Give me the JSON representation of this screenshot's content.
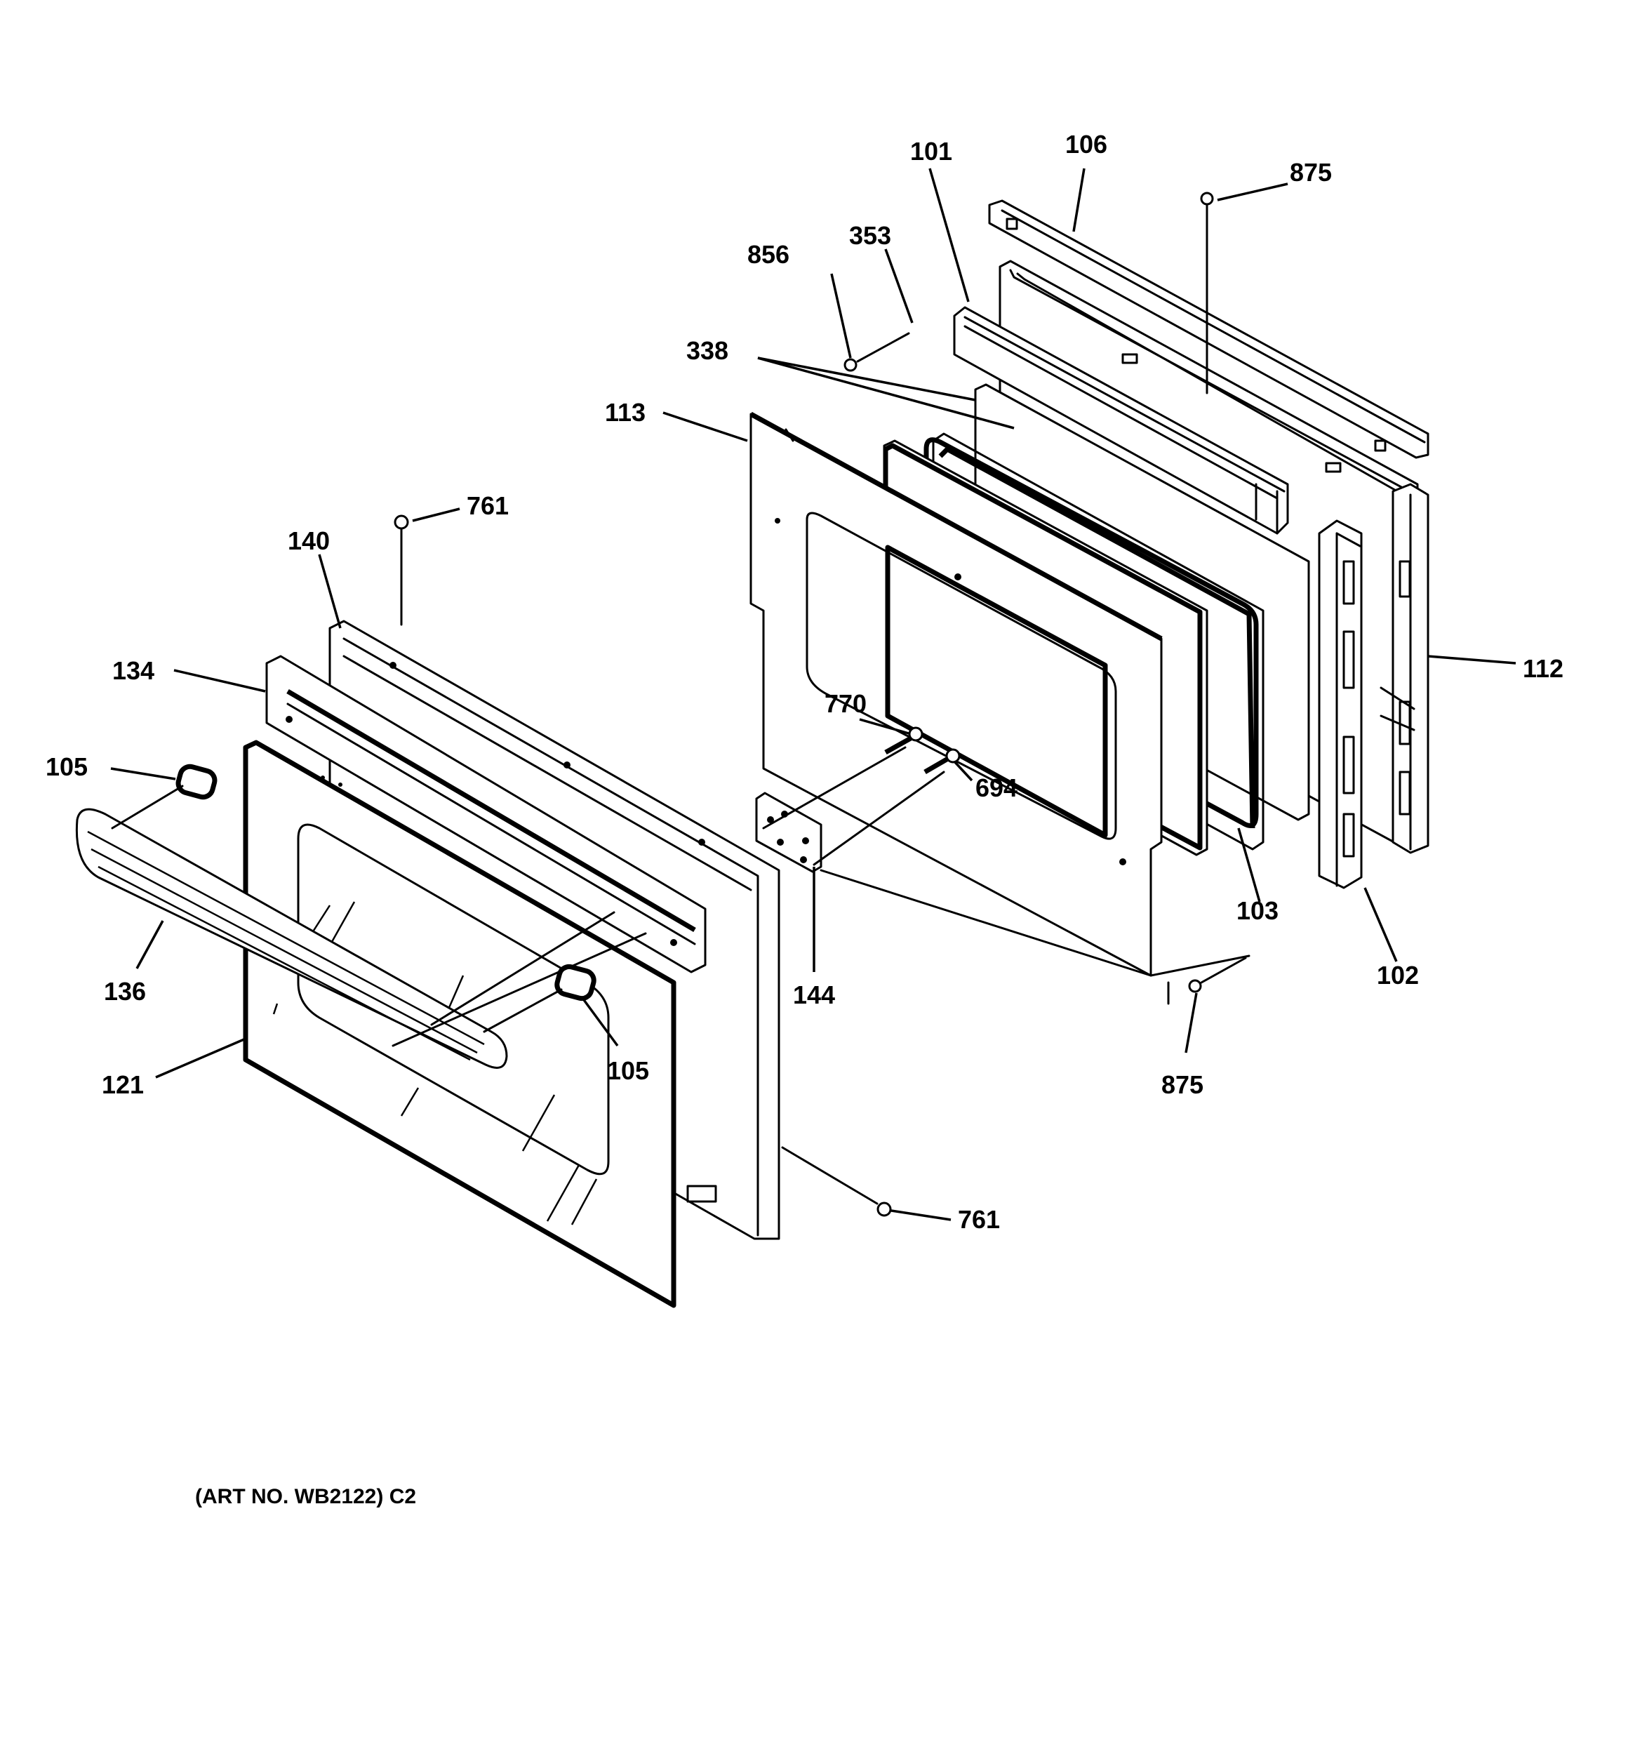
{
  "callouts": {
    "c101": "101",
    "c106": "106",
    "c875_top": "875",
    "c856": "856",
    "c353": "353",
    "c338": "338",
    "c113": "113",
    "c761_top": "761",
    "c140": "140",
    "c134": "134",
    "c105_left": "105",
    "c770": "770",
    "c694": "694",
    "c112": "112",
    "c103": "103",
    "c102": "102",
    "c144": "144",
    "c136": "136",
    "c105_right": "105",
    "c121": "121",
    "c875_bottom": "875",
    "c761_bottom": "761"
  },
  "art_number": "(ART NO. WB2122) C2"
}
